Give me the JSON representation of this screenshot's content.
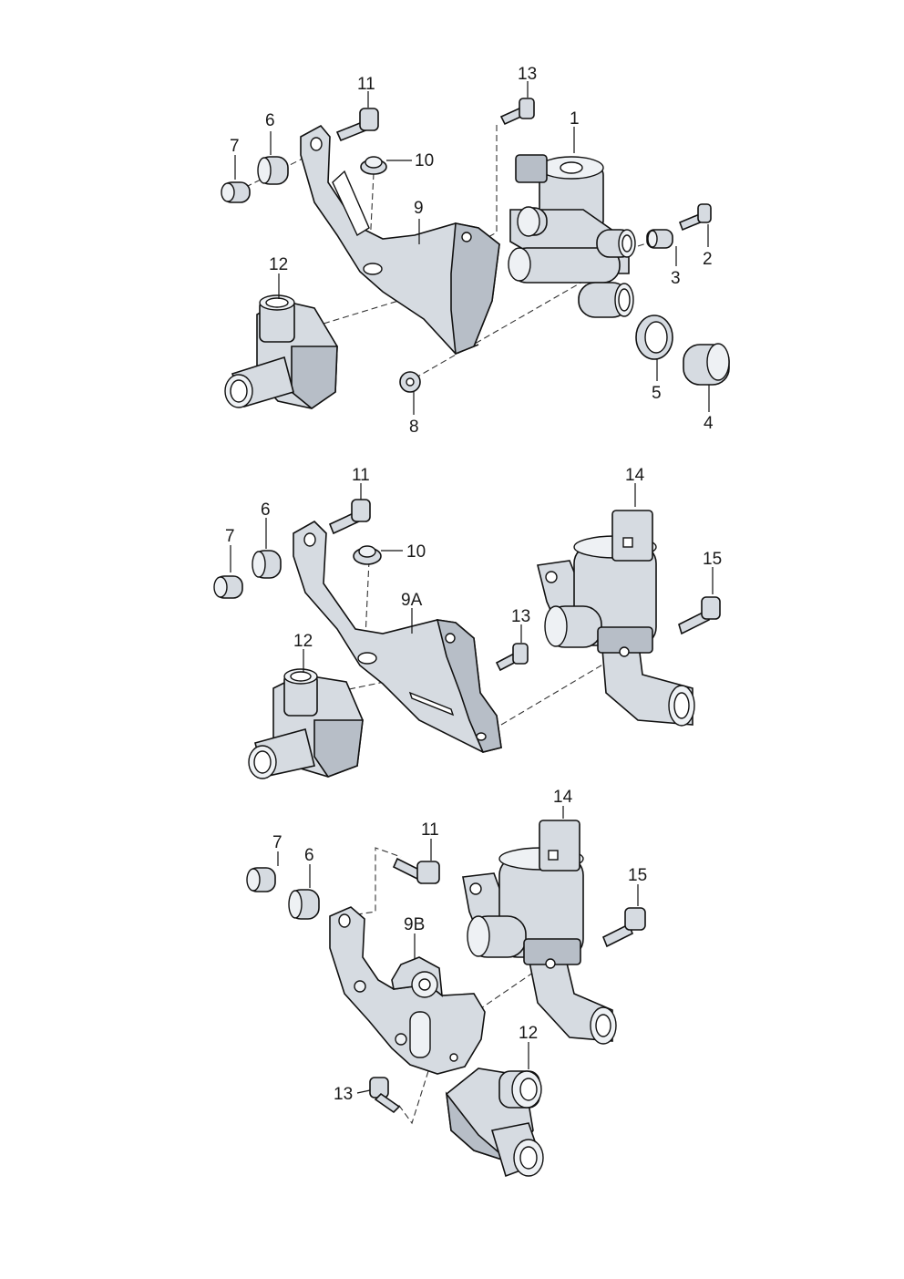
{
  "diagram": {
    "type": "exploded parts diagram",
    "groups": [
      {
        "id": "top",
        "callouts": [
          "1",
          "2",
          "3",
          "4",
          "5",
          "6",
          "7",
          "8",
          "9",
          "10",
          "11",
          "12",
          "13"
        ]
      },
      {
        "id": "middle",
        "callouts": [
          "6",
          "7",
          "9A",
          "10",
          "11",
          "12",
          "13",
          "14",
          "15"
        ]
      },
      {
        "id": "bottom",
        "callouts": [
          "6",
          "7",
          "9B",
          "11",
          "12",
          "13",
          "14",
          "15"
        ]
      }
    ]
  },
  "labels": {
    "top": {
      "l1": "1",
      "l2": "2",
      "l3": "3",
      "l4": "4",
      "l5": "5",
      "l6": "6",
      "l7": "7",
      "l8": "8",
      "l9": "9",
      "l10": "10",
      "l11": "11",
      "l12": "12",
      "l13": "13"
    },
    "middle": {
      "l6": "6",
      "l7": "7",
      "l9a": "9A",
      "l10": "10",
      "l11": "11",
      "l12": "12",
      "l13": "13",
      "l14": "14",
      "l15": "15"
    },
    "bottom": {
      "l6": "6",
      "l7": "7",
      "l9b": "9B",
      "l11": "11",
      "l12": "12",
      "l13": "13",
      "l14": "14",
      "l15": "15"
    }
  }
}
